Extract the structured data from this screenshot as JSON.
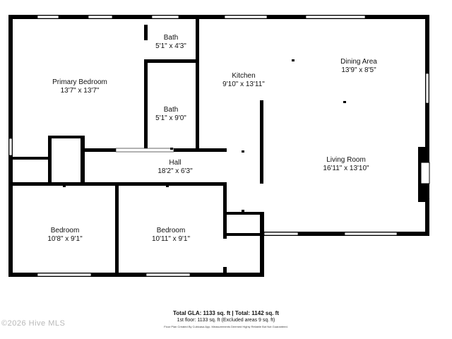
{
  "rooms": {
    "bath1": {
      "name": "Bath",
      "dims": "5'1\" x 4'3\""
    },
    "primary": {
      "name": "Primary Bedroom",
      "dims": "13'7\" x 13'7\""
    },
    "kitchen": {
      "name": "Kitchen",
      "dims": "9'10\" x 13'11\""
    },
    "dining": {
      "name": "Dining Area",
      "dims": "13'9\" x 8'5\""
    },
    "bath2": {
      "name": "Bath",
      "dims": "5'1\" x 9'0\""
    },
    "hall": {
      "name": "Hall",
      "dims": "18'2\" x 6'3\""
    },
    "living": {
      "name": "Living Room",
      "dims": "16'11\" x 13'10\""
    },
    "bedroom1": {
      "name": "Bedroom",
      "dims": "10'8\" x 9'1\""
    },
    "bedroom2": {
      "name": "Bedroom",
      "dims": "10'11\" x 9'1\""
    }
  },
  "footer": {
    "totals": "Total GLA: 1133 sq. ft | Total: 1142 sq. ft",
    "floor": "1st floor: 1133 sq. ft (Excluded areas 9 sq. ft)",
    "disclaimer": "Floor Plan Created By Cubicasa App. Measurements Deemed Highly Reliable But Not Guaranteed."
  },
  "watermark": "©2026 Hive MLS",
  "colors": {
    "wall": "#000000",
    "window": "#ffffff",
    "fireplace": "#333333"
  }
}
